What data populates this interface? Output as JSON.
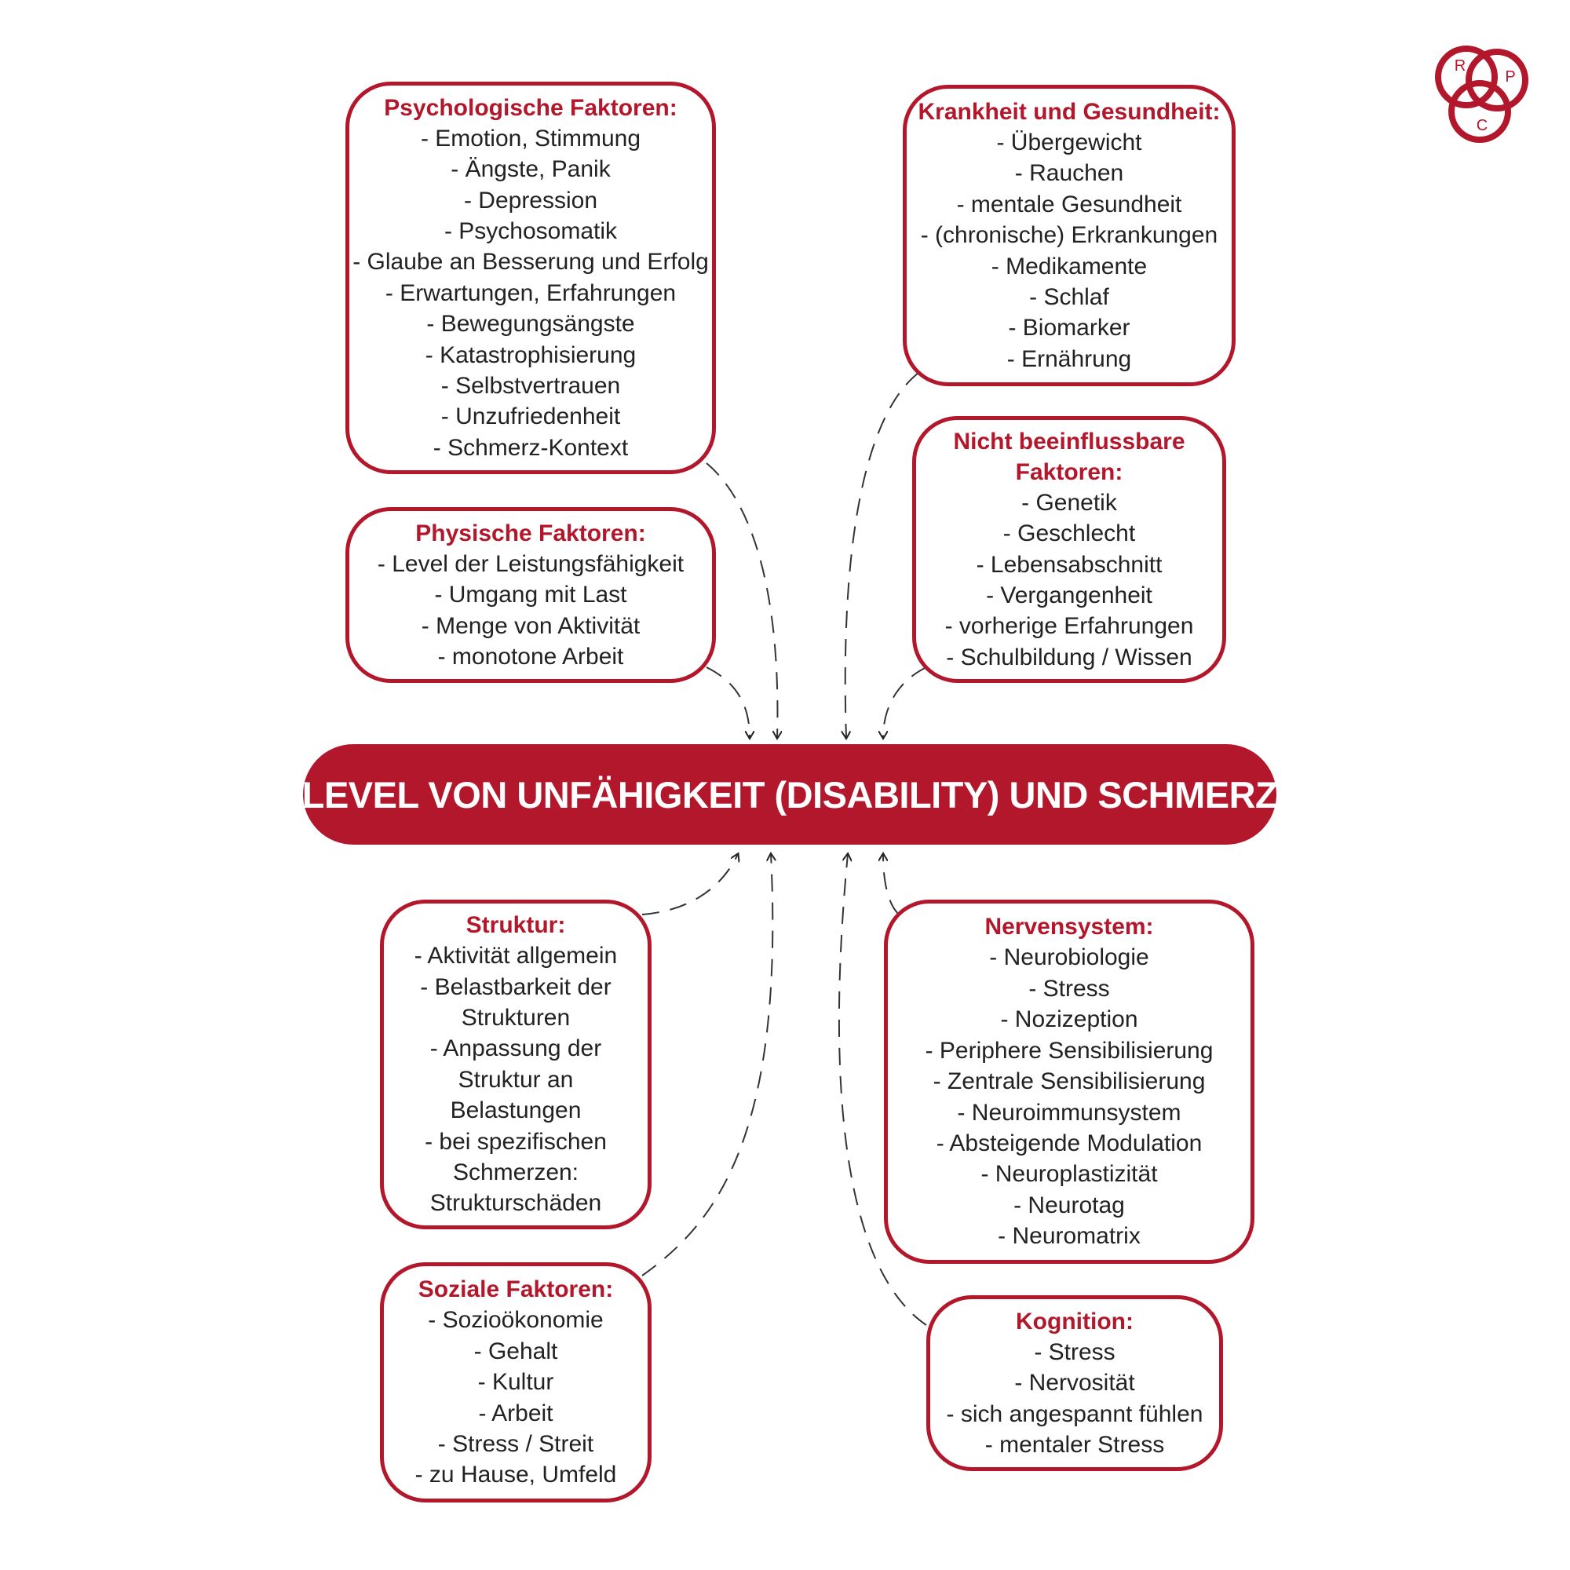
{
  "colors": {
    "accent": "#b3172b",
    "text": "#222222",
    "background": "#ffffff"
  },
  "logo": {
    "letters": [
      "R",
      "P",
      "C"
    ]
  },
  "center": {
    "title": "LEVEL VON UNFÄHIGKEIT (DISABILITY) UND SCHMERZ"
  },
  "boxes": {
    "psychologische": {
      "title": "Psychologische Faktoren:",
      "items": [
        "- Emotion, Stimmung",
        "- Ängste, Panik",
        "- Depression",
        "- Psychosomatik",
        "- Glaube an Besserung und Erfolg",
        "- Erwartungen, Erfahrungen",
        "- Bewegungsängste",
        "- Katastrophisierung",
        "- Selbstvertrauen",
        "- Unzufriedenheit",
        "- Schmerz-Kontext"
      ]
    },
    "physische": {
      "title": "Physische Faktoren:",
      "items": [
        "- Level der Leistungsfähigkeit",
        "- Umgang mit Last",
        "- Menge von Aktivität",
        "- monotone Arbeit"
      ]
    },
    "krankheit": {
      "title": "Krankheit und Gesundheit:",
      "items": [
        "- Übergewicht",
        "- Rauchen",
        "- mentale Gesundheit",
        "- (chronische) Erkrankungen",
        "- Medikamente",
        "- Schlaf",
        "- Biomarker",
        "- Ernährung"
      ]
    },
    "nicht_beeinflussbar": {
      "title": "Nicht beeinflussbare Faktoren:",
      "items": [
        "- Genetik",
        "- Geschlecht",
        "- Lebensabschnitt",
        "- Vergangenheit",
        "- vorherige Erfahrungen",
        "- Schulbildung / Wissen"
      ]
    },
    "struktur": {
      "title": "Struktur:",
      "items": [
        "- Aktivität allgemein",
        "- Belastbarkeit der",
        "Strukturen",
        "- Anpassung der",
        "Struktur an",
        "Belastungen",
        "- bei spezifischen",
        "Schmerzen:",
        "Strukturschäden"
      ]
    },
    "soziale": {
      "title": "Soziale Faktoren:",
      "items": [
        "- Sozioökonomie",
        "- Gehalt",
        "- Kultur",
        "- Arbeit",
        "- Stress / Streit",
        "- zu Hause, Umfeld"
      ]
    },
    "nervensystem": {
      "title": "Nervensystem:",
      "items": [
        "- Neurobiologie",
        "- Stress",
        "- Nozizeption",
        "- Periphere Sensibilisierung",
        "- Zentrale Sensibilisierung",
        "- Neuroimmunsystem",
        "- Absteigende Modulation",
        "- Neuroplastizität",
        "- Neurotag",
        "- Neuromatrix"
      ]
    },
    "kognition": {
      "title": "Kognition:",
      "items": [
        "- Stress",
        "- Nervosität",
        "- sich angespannt fühlen",
        "- mentaler Stress"
      ]
    }
  }
}
